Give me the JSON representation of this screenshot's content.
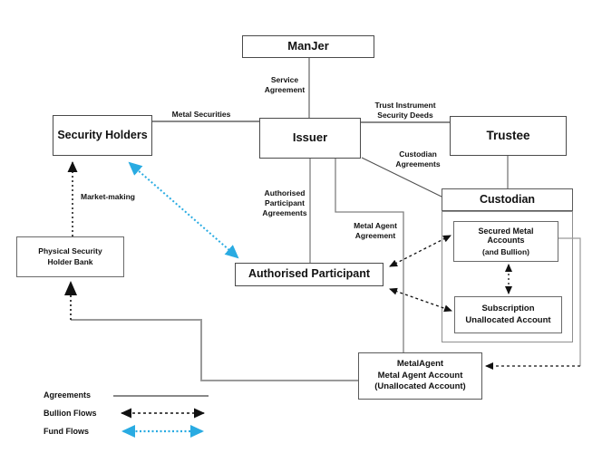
{
  "nodes": {
    "manjer": {
      "label": "ManJer"
    },
    "security_holders": {
      "label": "Security Holders"
    },
    "issuer": {
      "label": "Issuer"
    },
    "trustee": {
      "label": "Trustee"
    },
    "custodian": {
      "label": "Custodian"
    },
    "secured_metal": {
      "line1": "Secured Metal",
      "line2": "Accounts",
      "line3": "(and Bullion)"
    },
    "subscription": {
      "line1": "Subscription",
      "line2": "Unallocated Account"
    },
    "authorised_participant": {
      "label": "Authorised Participant"
    },
    "physical_bank": {
      "line1": "Physical Security",
      "line2": "Holder Bank"
    },
    "metal_agent": {
      "line1": "MetalAgent",
      "line2": "Metal Agent Account",
      "line3": "(Unallocated Account)"
    }
  },
  "edge_labels": {
    "metal_securities": "Metal Securities",
    "service_agreement": {
      "line1": "Service",
      "line2": "Agreement"
    },
    "trust_instrument": {
      "line1": "Trust Instrument",
      "line2": "Security Deeds"
    },
    "custodian_agreements": {
      "line1": "Custodian",
      "line2": "Agreements"
    },
    "ap_agreements": {
      "line1": "Authorised",
      "line2": "Participant",
      "line3": "Agreements"
    },
    "metal_agent_agreement": {
      "line1": "Metal Agent",
      "line2": "Agreement"
    },
    "market_making": "Market-making"
  },
  "legend": {
    "agreements": "Agreements",
    "bullion_flows": "Bullion Flows",
    "fund_flows": "Fund Flows"
  },
  "colors": {
    "fund_flow_blue": "#29abe2",
    "bullion_flow_black": "#111111",
    "agreement_line_gray": "#8f8f8f"
  }
}
